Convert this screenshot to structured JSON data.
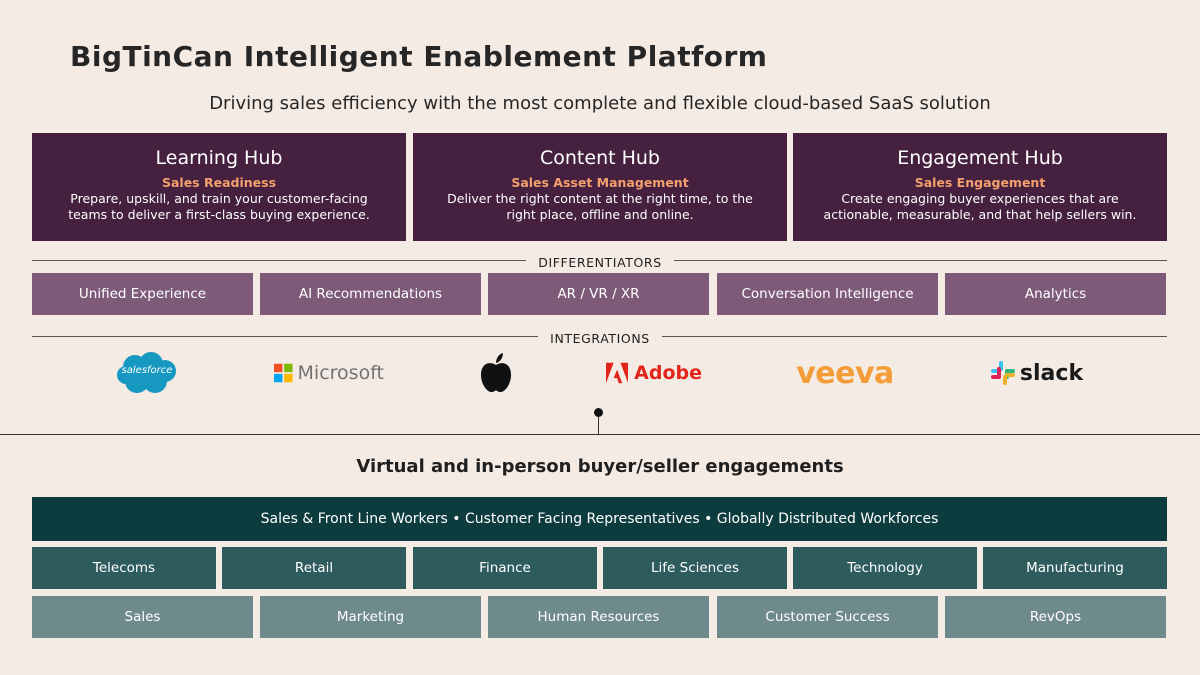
{
  "title": "BigTinCan Intelligent Enablement Platform",
  "subtitle": "Driving sales efficiency with the most complete and flexible cloud-based SaaS solution",
  "hubs": [
    {
      "title": "Learning Hub",
      "sub": "Sales Readiness",
      "desc": "Prepare, upskill, and train your customer-facing teams to deliver a first-class buying experience."
    },
    {
      "title": "Content Hub",
      "sub": "Sales Asset Management",
      "desc": "Deliver the right content at the right time, to the right place, offline and online."
    },
    {
      "title": "Engagement Hub",
      "sub": "Sales Engagement",
      "desc": "Create engaging buyer experiences that are actionable, measurable, and that help sellers win."
    }
  ],
  "differentiators": {
    "label": "DIFFERENTIATORS",
    "items": [
      "Unified Experience",
      "AI Recommendations",
      "AR / VR / XR",
      "Conversation Intelligence",
      "Analytics"
    ]
  },
  "integrations": {
    "label": "INTEGRATIONS",
    "logos": {
      "salesforce": "salesforce",
      "microsoft": "Microsoft",
      "adobe": "Adobe",
      "veeva": "veeva",
      "slack": "slack"
    }
  },
  "engagements": {
    "title": "Virtual and in-person buyer/seller engagements",
    "workers": "Sales & Front Line Workers • Customer Facing Representatives • Globally Distributed Workforces",
    "industries": [
      "Telecoms",
      "Retail",
      "Finance",
      "Life Sciences",
      "Technology",
      "Manufacturing"
    ],
    "functions": [
      "Sales",
      "Marketing",
      "Human Resources",
      "Customer Success",
      "RevOps"
    ]
  },
  "colors": {
    "hub": "#45203f",
    "hub_accent": "#f4a06e",
    "differentiator": "#7e5a79",
    "workers": "#0d3c3e",
    "industry": "#2e5b5c",
    "function": "#6e8a8c",
    "background": "#f4ebe4"
  }
}
